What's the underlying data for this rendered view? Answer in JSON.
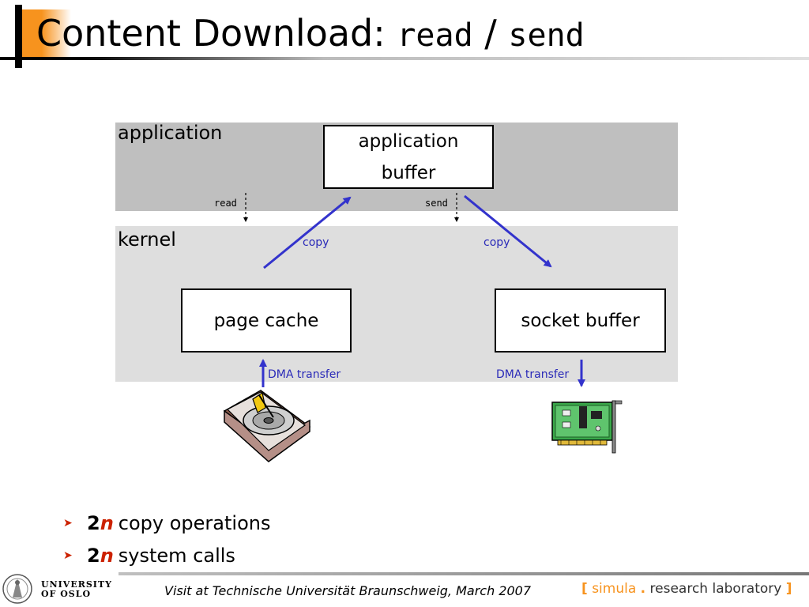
{
  "title": {
    "prefix": "Content Download: ",
    "read": "read",
    "slash": " / ",
    "send": "send"
  },
  "diagram": {
    "application_label": "application",
    "kernel_label": "kernel",
    "app_buffer_line1": "application",
    "app_buffer_line2": "buffer",
    "page_cache": "page cache",
    "socket_buffer": "socket buffer",
    "read_call": "read",
    "send_call": "send",
    "copy_left": "copy",
    "copy_right": "copy",
    "dma_left": "DMA transfer",
    "dma_right": "DMA transfer"
  },
  "bullets": [
    {
      "bold": "2",
      "n": "n",
      "text": "copy operations"
    },
    {
      "bold": "2",
      "n": "n",
      "text": "system calls"
    }
  ],
  "footer": {
    "university_line1": "UNIVERSITY",
    "university_line2": "OF OSLO",
    "visit_text": "Visit at Technische Universität Braunschweig, March 2007",
    "simula_open": "[",
    "simula_name": "simula",
    "simula_dot": ".",
    "simula_rest": "research laboratory",
    "simula_close": "]"
  },
  "colors": {
    "accent_orange": "#f7931e",
    "arrow_blue": "#3333cc",
    "bullet_red": "#cc2200"
  }
}
